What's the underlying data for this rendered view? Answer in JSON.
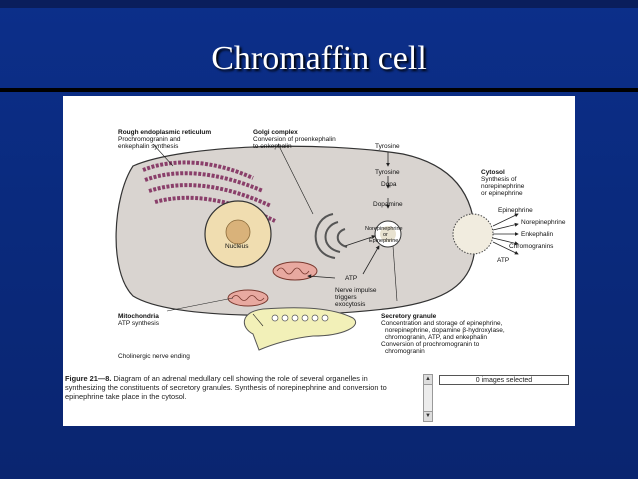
{
  "slide": {
    "title": "Chromaffin cell"
  },
  "diagram": {
    "labels": {
      "rer": "Rough endoplasmic reticulum",
      "rer_sub1": "Prochromogranin and",
      "rer_sub2": "enkephalin synthesis",
      "golgi": "Golgi complex",
      "golgi_sub1": "Conversion of proenkephalin",
      "golgi_sub2": "to enkephalin",
      "tyrosine_out": "Tyrosine",
      "tyrosine_in": "Tyrosine",
      "dopa": "Dopa",
      "dopamine": "Dopamine",
      "ne1": "Norepinephrine",
      "ne2": "or",
      "ne3": "Epinephrine",
      "cytosol": "Cytosol",
      "cytosol_sub1": "Synthesis of",
      "cytosol_sub2": "norepinephrine",
      "cytosol_sub3": "or epinephrine",
      "nucleus": "Nucleus",
      "atp_inner": "ATP",
      "nerve1": "Nerve impulse",
      "nerve2": "triggers",
      "nerve3": "exocytosis",
      "mito": "Mitochondria",
      "mito_sub": "ATP synthesis",
      "secretory": "Secretory granule",
      "sec1": "Concentration and storage of epinephrine,",
      "sec2": "norepinephrine, dopamine β-hydroxylase,",
      "sec3": "chromogranin, ATP, and enkephalin",
      "sec4": "Conversion of prochromogranin to",
      "sec5": "chromogranin",
      "cholinergic": "Cholinergic nerve ending",
      "out_epi": "Epinephrine",
      "out_ne": "Norepinephrine",
      "out_enk": "Enkephalin",
      "out_chrom": "Chromogranins",
      "out_atp": "ATP"
    },
    "caption": {
      "figure_label": "Figure 21—8.",
      "text": " Diagram of an adrenal medullary cell showing the role of several organelles in synthesizing the constituents of secretory granules. Synthesis of norepinephrine and conversion to epinephrine take place in the cytosol."
    },
    "images_selected": "0 images selected",
    "scroll_up": "▲",
    "scroll_down": "▼"
  }
}
